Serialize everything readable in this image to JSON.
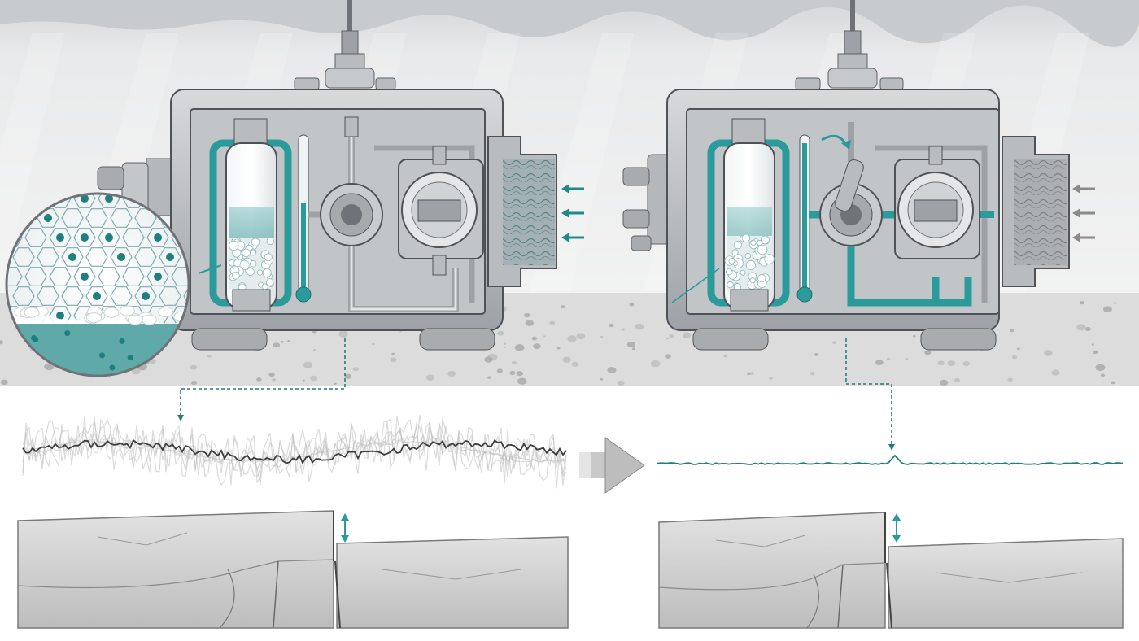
{
  "figure": {
    "description_visible_text": "",
    "panels": [
      {
        "id": "before",
        "inlet_arrows": 3,
        "inlet_arrow_color": "#1f8a8a",
        "valve_state": "open",
        "signal": "noisy"
      },
      {
        "id": "after",
        "inlet_arrows": 3,
        "inlet_arrow_color": "#8a8a8a",
        "valve_state": "switched",
        "signal": "flat-with-spike"
      }
    ],
    "transition_arrow": "right",
    "colors": {
      "accent": "#2a9a9a",
      "accent_dark": "#1f7f7f",
      "steel": "#b9bcbf",
      "steel_dark": "#6f7377",
      "water_top": "#cfd3d6",
      "sediment": "#dcdcdc",
      "rock": "#cfcfcf",
      "noise_band": "#bdbdbd",
      "trace_dark": "#3c3c3c"
    },
    "icons": [
      "arrow-left-icon",
      "double-arrow-vertical-icon",
      "connector-arrow-icon",
      "transition-arrow-icon"
    ]
  }
}
